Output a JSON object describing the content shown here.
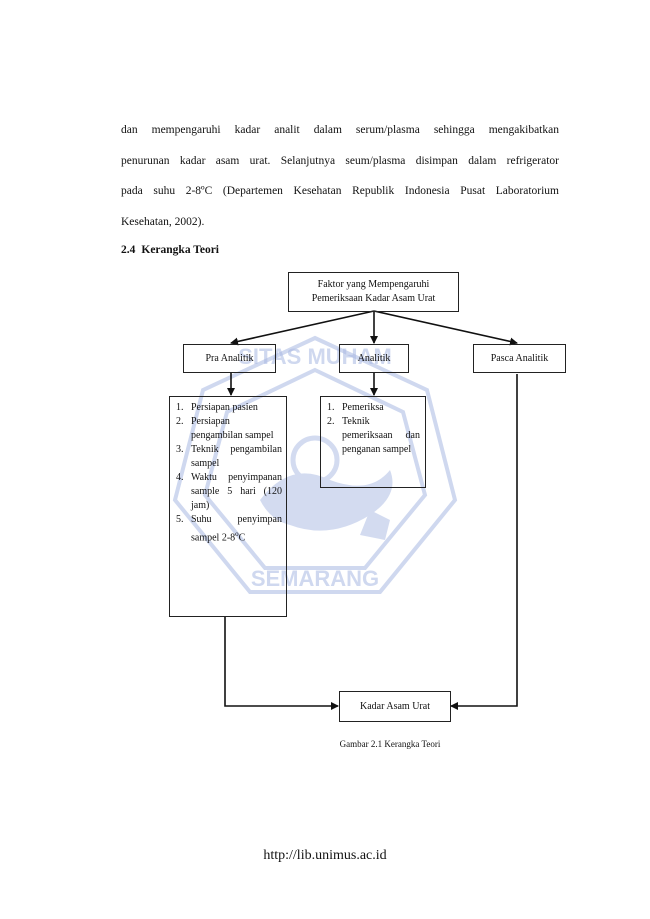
{
  "body_text": {
    "line1": "dan mempengaruhi kadar analit dalam serum/plasma sehingga mengakibatkan",
    "line2": "penurunan kadar asam urat. Selanjutnya seum/plasma disimpan dalam refrigerator",
    "line3": "pada suhu 2-8ºC (Departemen Kesehatan Republik Indonesia Pusat Laboratorium",
    "line4": "Kesehatan, 2002)."
  },
  "section": {
    "number": "2.4",
    "title": "Kerangka Teori"
  },
  "diagram": {
    "top_box": {
      "line1": "Faktor yang Mempengaruhi",
      "line2": "Pemeriksaan Kadar Asam Urat"
    },
    "pra_analitik": "Pra Analitik",
    "analitik": "Analitik",
    "pasca_analitik": "Pasca Analitik",
    "pra_items": [
      {
        "num": "1.",
        "text": "Persiapan pasien"
      },
      {
        "num": "2.",
        "text": "Persiapan pengambilan sampel"
      },
      {
        "num": "3.",
        "text": "Teknik pengambilan sampel"
      },
      {
        "num": "4.",
        "text": "Waktu penyimpanan sample 5 hari (120 jam)"
      },
      {
        "num": "5.",
        "text": "Suhu penyimpan sampel 2-8",
        "suffix": "o",
        "unit": "C"
      }
    ],
    "analitik_items": [
      {
        "num": "1.",
        "text": "Pemeriksa"
      },
      {
        "num": "2.",
        "text": "Teknik pemeriksaan dan penganan sampel"
      }
    ],
    "result_box": "Kadar Asam Urat"
  },
  "watermark": {
    "top_text": "SITAS MUHAM",
    "bottom_text": "SEMARANG",
    "color": "#a9b9e3"
  },
  "caption": "Gambar 2.1 Kerangka Teori",
  "footer": "http://lib.unimus.ac.id"
}
